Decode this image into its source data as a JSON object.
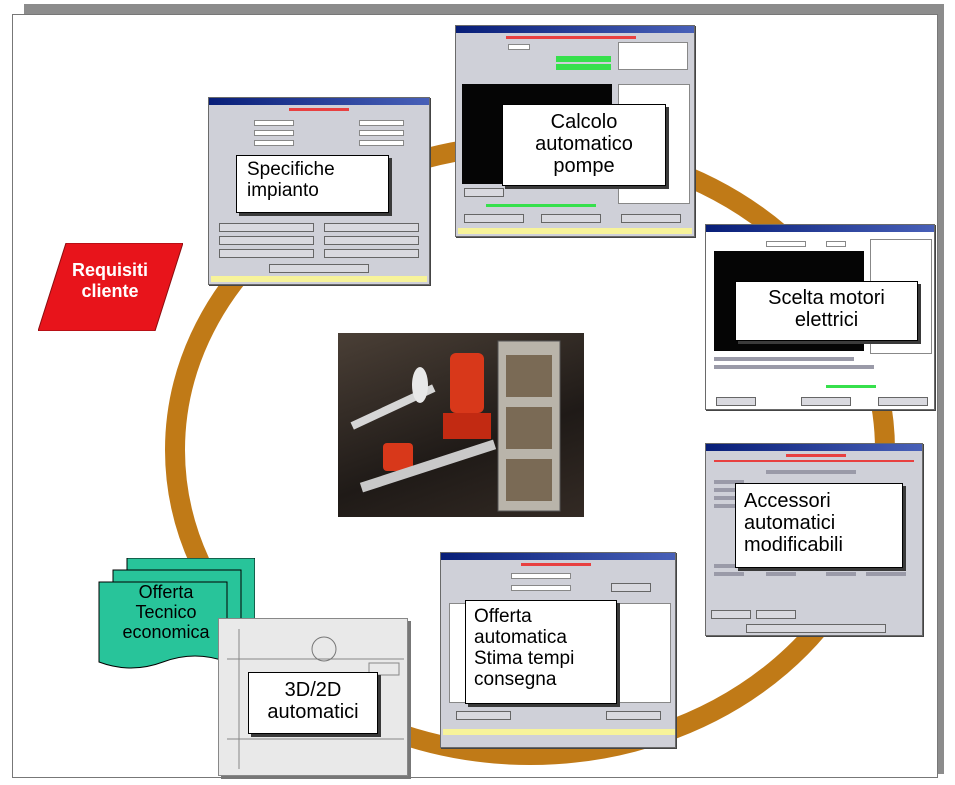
{
  "requirement": {
    "label": "Requisiti\ncliente",
    "color": "#e8141b"
  },
  "steps": [
    {
      "label": "Specifiche\nimpianto"
    },
    {
      "label": "Calcolo\nautomatico\npompe"
    },
    {
      "label": "Scelta motori\nelettrici"
    },
    {
      "label": "Accessori\nautomatici\nmodificabili"
    },
    {
      "label": "Offerta\nautomatica\nStima tempi\nconsegna"
    },
    {
      "label": "3D/2D\nautomatici"
    }
  ],
  "offer_doc": {
    "label": "Offerta\nTecnico\neconomica",
    "color": "#28c49a"
  },
  "ring_color": "#c07a17",
  "product_image": {
    "description": "pump-skid-icon"
  }
}
